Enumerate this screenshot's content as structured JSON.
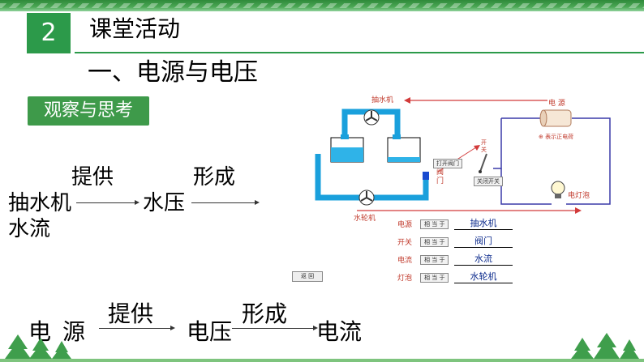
{
  "slide": {
    "number": "2",
    "heading": "课堂活动",
    "subheading": "一、电源与电压",
    "tag": "观察与思考"
  },
  "flow1": {
    "start": "抽水机",
    "start_line2": "水流",
    "verb1": "提供",
    "middle": "水压",
    "verb2": "形成"
  },
  "flow2": {
    "start": "电源",
    "verb1": "提供",
    "middle": "电压",
    "verb2": "形成",
    "end": "电流"
  },
  "diagram": {
    "pump_label": "抽水机",
    "turbine_label": "水轮机",
    "valve_label": "阀门",
    "open_valve_btn": "打开阀门",
    "power_label": "电 源",
    "power_note": "⊕ 表示正电荷",
    "switch_label": "开关",
    "switch_btn": "关闭开关",
    "bulb_label": "电灯泡"
  },
  "mapping": [
    {
      "key": "电源",
      "button": "相 当 于",
      "value": "抽水机"
    },
    {
      "key": "开关",
      "button": "相 当 于",
      "value": "阀门"
    },
    {
      "key": "电流",
      "button": "相 当 于",
      "value": "水流"
    },
    {
      "key": "灯泡",
      "button": "相 当 于",
      "value": "水轮机"
    }
  ],
  "back_button": "返  回",
  "colors": {
    "brand_green": "#2c9a4a",
    "pipe_blue": "#1aa0dc",
    "wire_blue": "#3a3aa8",
    "arrow_red": "#d23a3a",
    "value_blue": "#0b2a8c"
  }
}
